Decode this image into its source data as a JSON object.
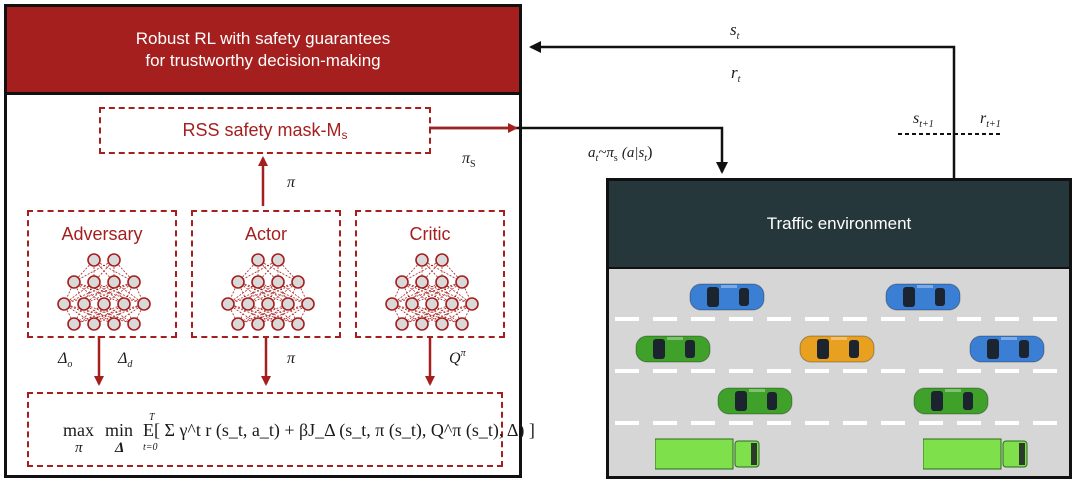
{
  "left_panel": {
    "title_line1": "Robust RL with safety guarantees",
    "title_line2": "for trustworthy decision-making",
    "mask_label": "RSS safety mask-M",
    "mask_sub": "s",
    "networks": [
      {
        "name": "Adversary"
      },
      {
        "name": "Actor"
      },
      {
        "name": "Critic"
      }
    ],
    "actor_to_mask_label": "π",
    "mask_output_label": "π",
    "mask_output_sub": "S",
    "adv_label1": "Δ",
    "adv_label1_sub": "o",
    "adv_label2": "Δ",
    "adv_label2_sub": "d",
    "actor_label": "π",
    "critic_label": "Q",
    "critic_sup": "π",
    "objective": {
      "max": "max",
      "min": "min",
      "under_max": "π",
      "under_min": "Δ",
      "body": "E[ Σ γ^t r (s_t, a_t) + βJ_Δ (s_t, π (s_t), Q^π (s_t), Δ) ]",
      "sum_top": "T",
      "sum_bottom": "t=0"
    }
  },
  "arrows": {
    "state_label": "s",
    "state_sub": "t",
    "reward_label": "r",
    "reward_sub": "t",
    "next_state_label": "s",
    "next_state_sub": "t+1",
    "next_reward_label": "r",
    "next_reward_sub": "t+1",
    "action_label": "a",
    "action_sub": "t",
    "action_policy": "~π",
    "action_policy_sub": "s",
    "action_args": "(a|s",
    "action_args_sub": "t",
    "action_close": ")"
  },
  "right_panel": {
    "title": "Traffic environment",
    "vehicles": [
      {
        "type": "car",
        "color": "#3a7fd4"
      },
      {
        "type": "car",
        "color": "#3a7fd4"
      },
      {
        "type": "car",
        "color": "#3fa02a"
      },
      {
        "type": "car",
        "color": "#e8a020"
      },
      {
        "type": "car",
        "color": "#3a7fd4"
      },
      {
        "type": "car",
        "color": "#3fa02a"
      },
      {
        "type": "car",
        "color": "#3fa02a"
      },
      {
        "type": "truck",
        "color": "#7ee04a"
      },
      {
        "type": "truck",
        "color": "#7ee04a"
      }
    ]
  },
  "colors": {
    "accent_red": "#a51f1f",
    "env_header": "#26373c",
    "road": "#d6d6d6"
  }
}
